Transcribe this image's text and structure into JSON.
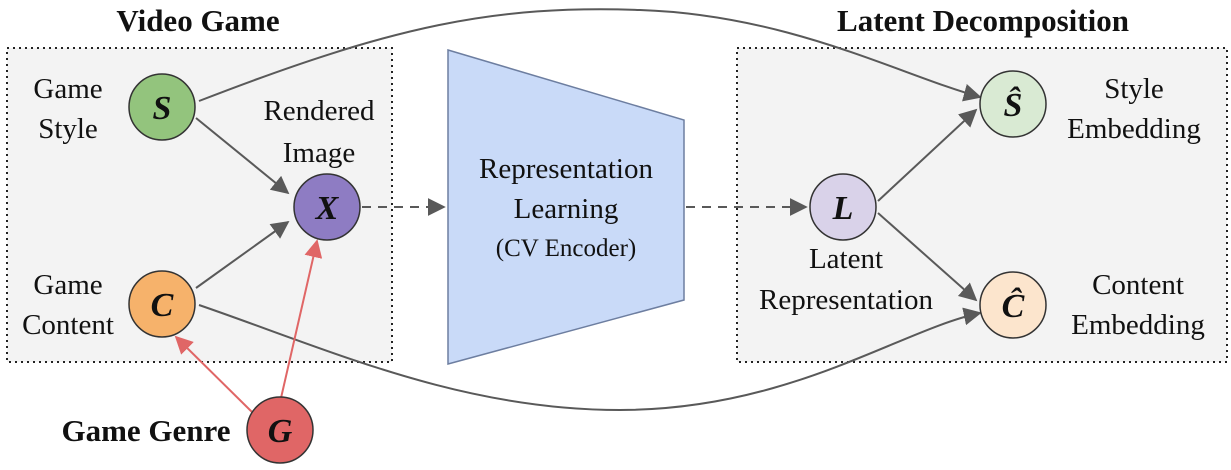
{
  "titles": {
    "video_game": "Video Game",
    "latent_decomposition": "Latent Decomposition"
  },
  "labels": {
    "game_style_line1": "Game",
    "game_style_line2": "Style",
    "game_content_line1": "Game",
    "game_content_line2": "Content",
    "rendered_line1": "Rendered",
    "rendered_line2": "Image",
    "game_genre": "Game Genre",
    "latent_line1": "Latent",
    "latent_line2": "Representation",
    "style_emb_line1": "Style",
    "style_emb_line2": "Embedding",
    "content_emb_line1": "Content",
    "content_emb_line2": "Embedding"
  },
  "encoder": {
    "line1": "Representation",
    "line2": "Learning",
    "line3": "(CV Encoder)"
  },
  "nodes": {
    "S": "S",
    "C": "C",
    "X": "X",
    "G": "G",
    "L": "L",
    "S_hat": "Ŝ",
    "C_hat": "Ĉ"
  },
  "colors": {
    "S": "#93c47d",
    "C": "#f6b26b",
    "X": "#8e7cc3",
    "G": "#e06666",
    "L": "#d9d2e9",
    "S_hat": "#d9ead3",
    "C_hat": "#fce5cd",
    "encoder": "#c9daf8",
    "panel": "#f3f3f3",
    "edge": "#595959",
    "genre_edge": "#e06666"
  }
}
